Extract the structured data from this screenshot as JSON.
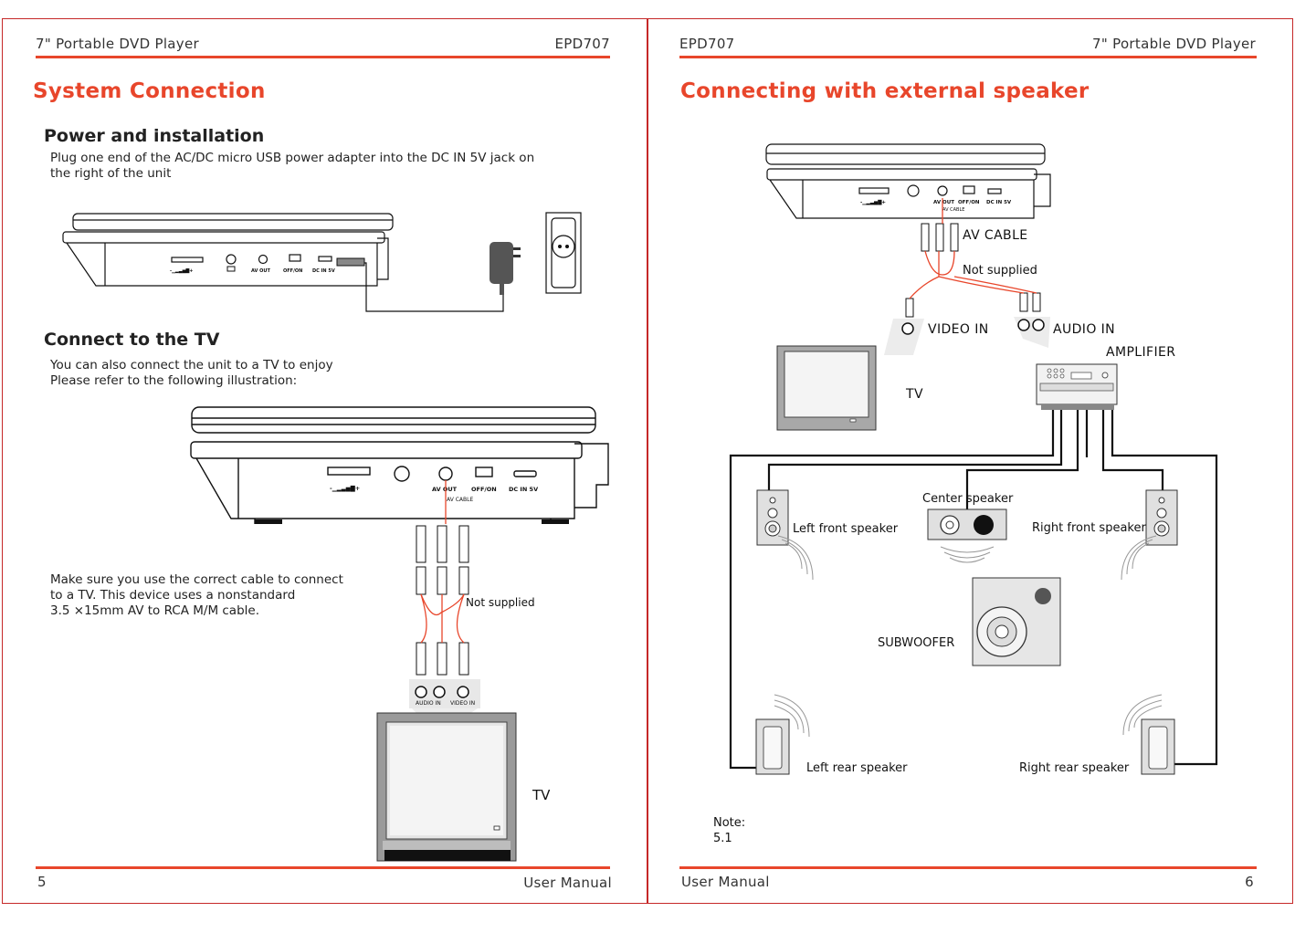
{
  "left_page": {
    "header_left": "7\" Portable DVD Player",
    "header_right": "EPD707",
    "title": "System  Connection",
    "power": {
      "heading": "Power and installation",
      "lines": [
        "Plug one end of the AC/DC micro USB power adapter into the DC IN 5V jack on",
        "the right of the unit"
      ]
    },
    "tv": {
      "heading": "Connect to the TV",
      "lines": [
        "You can also connect the unit to a TV to enjoy",
        "Please refer to the following illustration:"
      ]
    },
    "cable_note": {
      "lines": [
        "Make sure you use the correct cable to connect",
        "to a TV. This device uses a nonstandard",
        "3.5 ×15mm AV to RCA M/M cable."
      ]
    },
    "device_ports": [
      "AV OUT",
      "OFF/ON",
      "DC IN 5V"
    ],
    "diagram_labels": {
      "av_cable": "AV CABLE",
      "not_supplied": "Not supplied",
      "audio_in": "AUDIO IN",
      "video_in": "VIDEO IN",
      "tv": "TV"
    },
    "footer_page": "5",
    "footer_right": "User Manual"
  },
  "right_page": {
    "header_left": "EPD707",
    "header_right": "7\" Portable DVD Player",
    "title": "Connecting with external speaker",
    "diagram_labels": {
      "av_cable": "AV CABLE",
      "not_supplied": "Not supplied",
      "video_in": "VIDEO IN",
      "audio_in": "AUDIO IN",
      "amplifier": "AMPLIFIER",
      "tv": "TV",
      "center_speaker": "Center speaker",
      "left_front": "Left front speaker",
      "right_front": "Right front speaker",
      "subwoofer": "SUBWOOFER",
      "left_rear": "Left rear speaker",
      "right_rear": "Right rear speaker"
    },
    "note_label": "Note:",
    "note_value": "5.1",
    "footer_left": "User Manual",
    "footer_page": "6"
  },
  "colors": {
    "accent": "#e8462b",
    "border": "#c62828",
    "cable": "#e8462b"
  }
}
